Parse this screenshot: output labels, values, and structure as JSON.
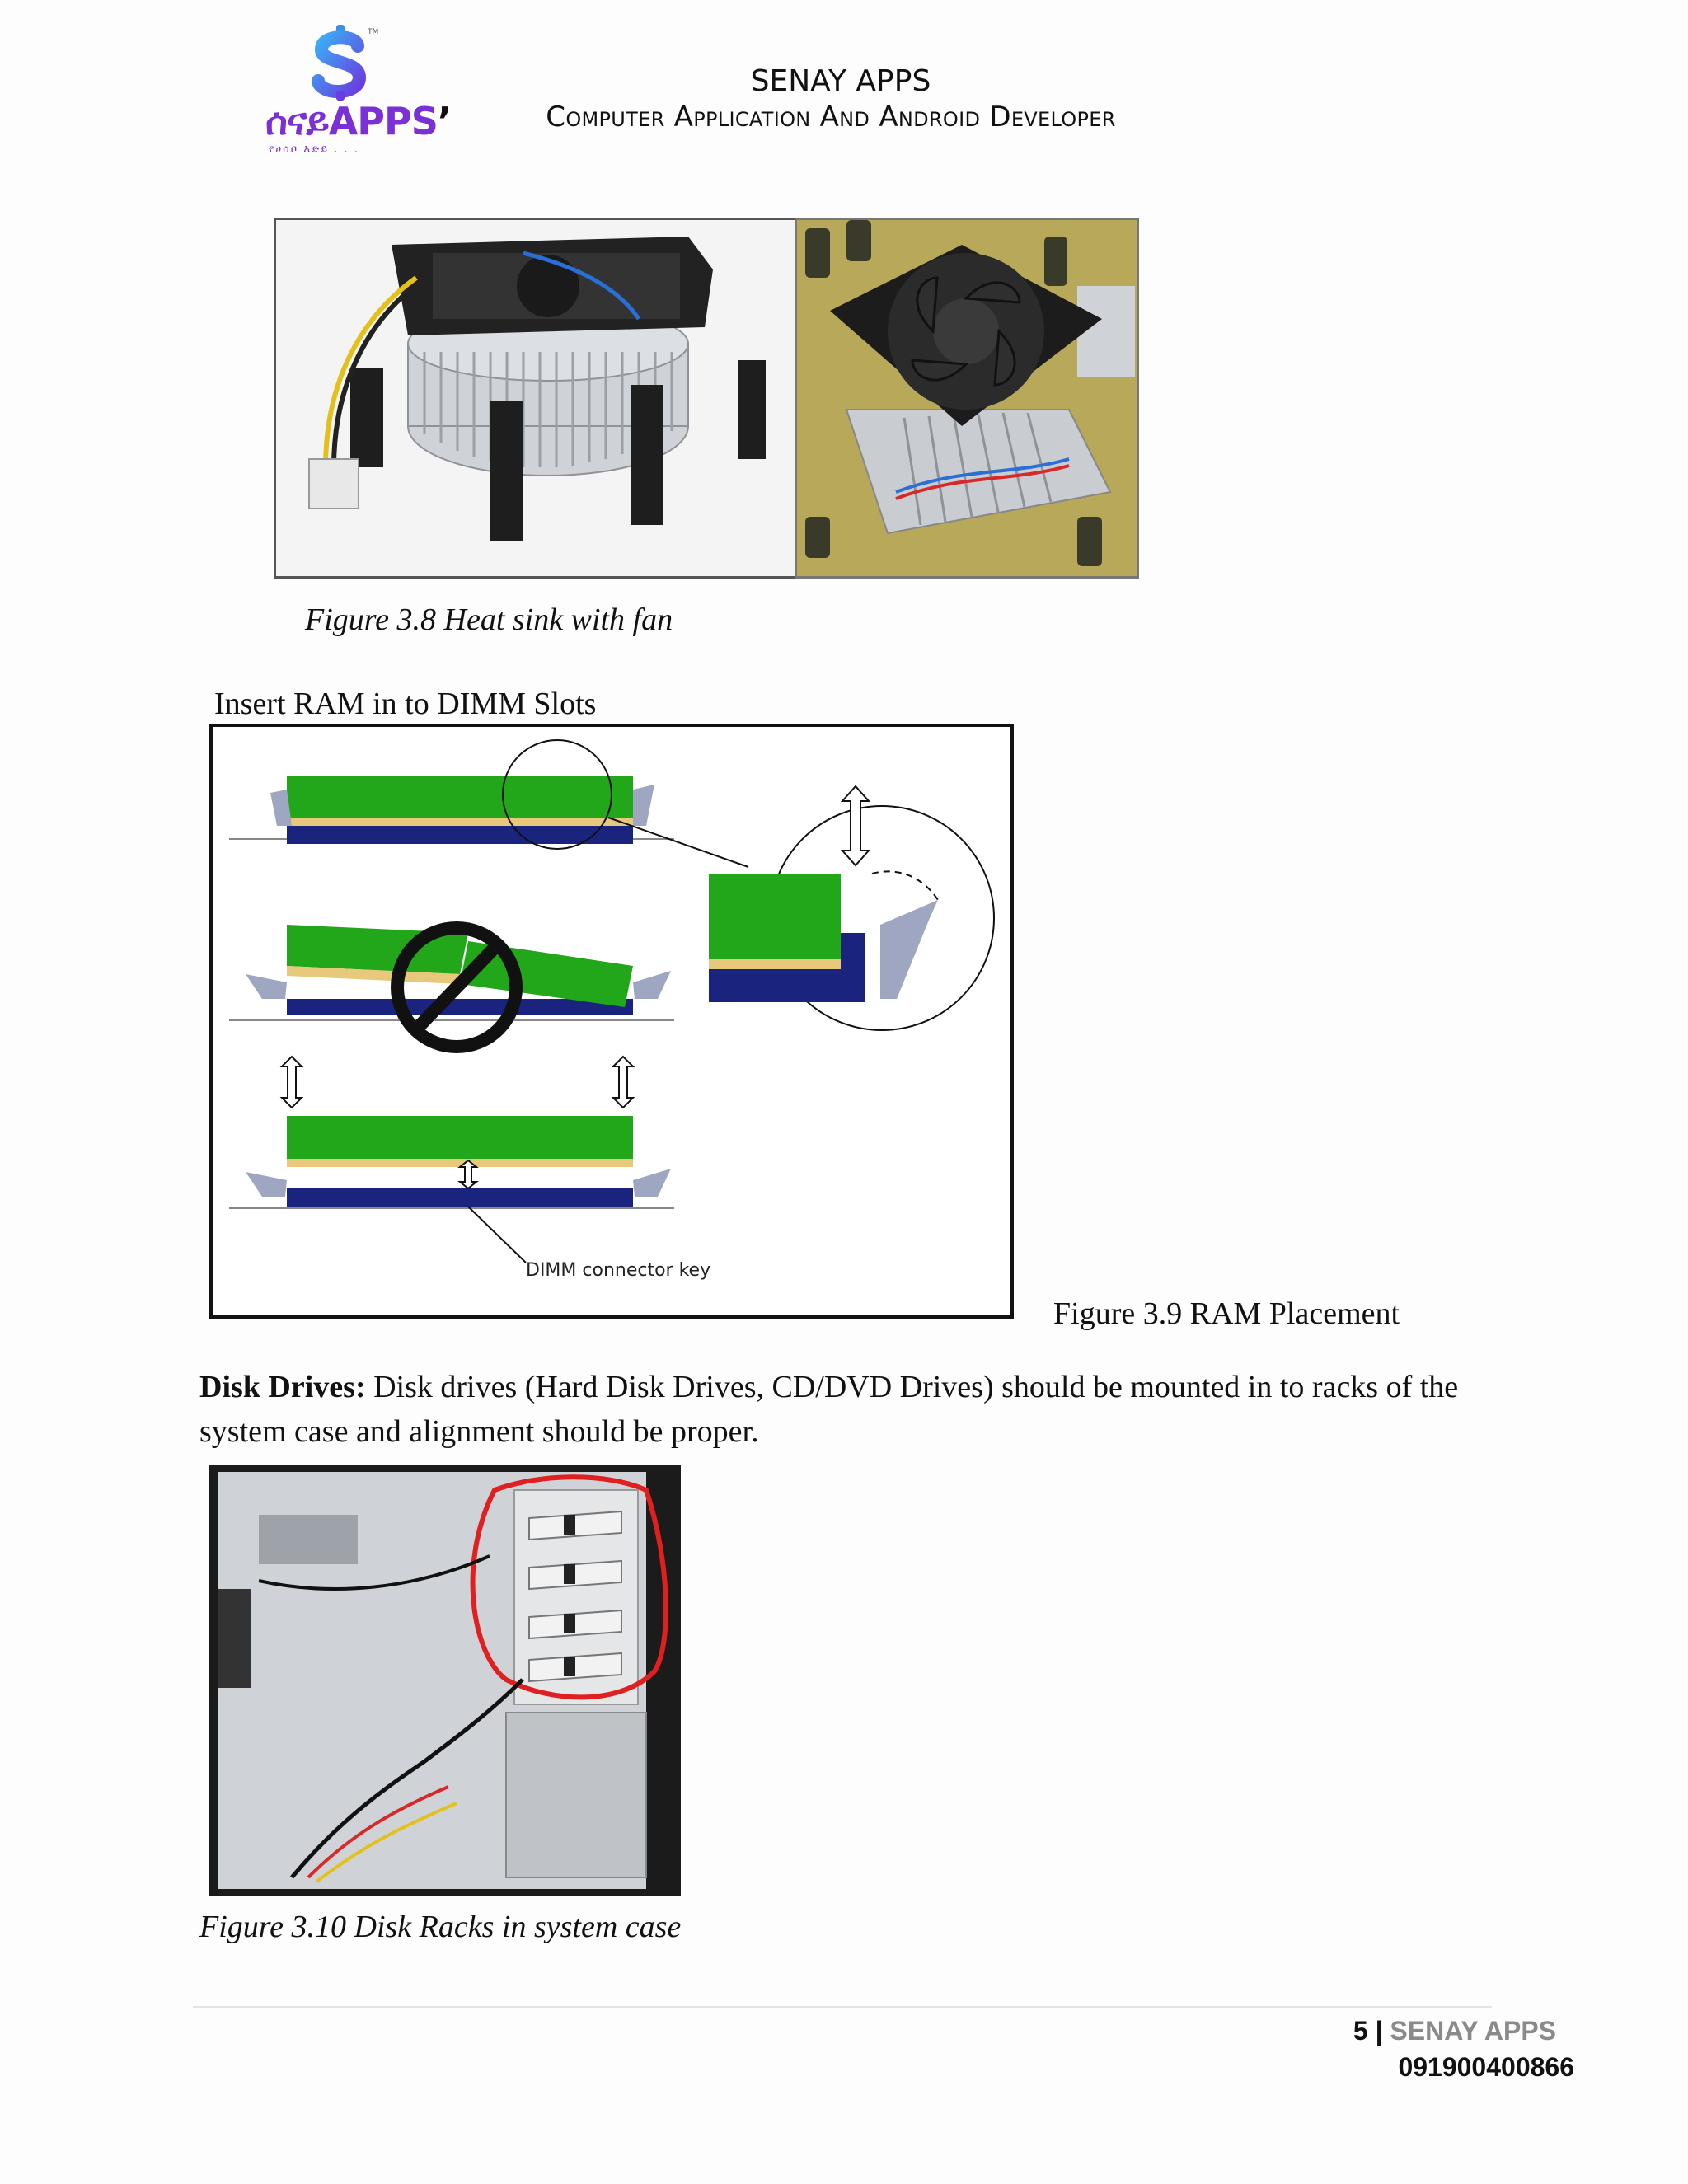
{
  "header": {
    "logo": {
      "brand_ethiopic": "ሰናይ",
      "brand_latin": "APPS",
      "brand_apostrophe": "’",
      "tagline": "የሀሳቦ እድይ . . .",
      "trademark": "TM"
    },
    "title": "SENAY APPS",
    "subtitle": "Computer Application And Android Developer"
  },
  "figures": {
    "fig_3_8": {
      "caption": "Figure 3.8 Heat sink with fan"
    },
    "ram_heading": "Insert RAM in to DIMM Slots",
    "ram_diagram": {
      "key_label": "DIMM  connector key"
    },
    "fig_3_9": {
      "caption": "Figure 3.9 RAM Placement"
    },
    "fig_3_10": {
      "caption": "Figure 3.10 Disk Racks in system case"
    }
  },
  "body": {
    "disk_drives_label": "Disk Drives:",
    "disk_drives_text": " Disk drives (Hard Disk Drives, CD/DVD Drives) should be mounted in to racks of the system case and alignment should be proper."
  },
  "footer": {
    "page_number": "5",
    "separator": " | ",
    "brand": "SENAY APPS",
    "phone": "091900400866"
  },
  "colors": {
    "brand_purple": "#7b2fd6",
    "logo_blue": "#2a8fe0",
    "ram_green": "#22a61a",
    "slot_navy": "#1a237e",
    "highlight_red": "#e02020"
  }
}
